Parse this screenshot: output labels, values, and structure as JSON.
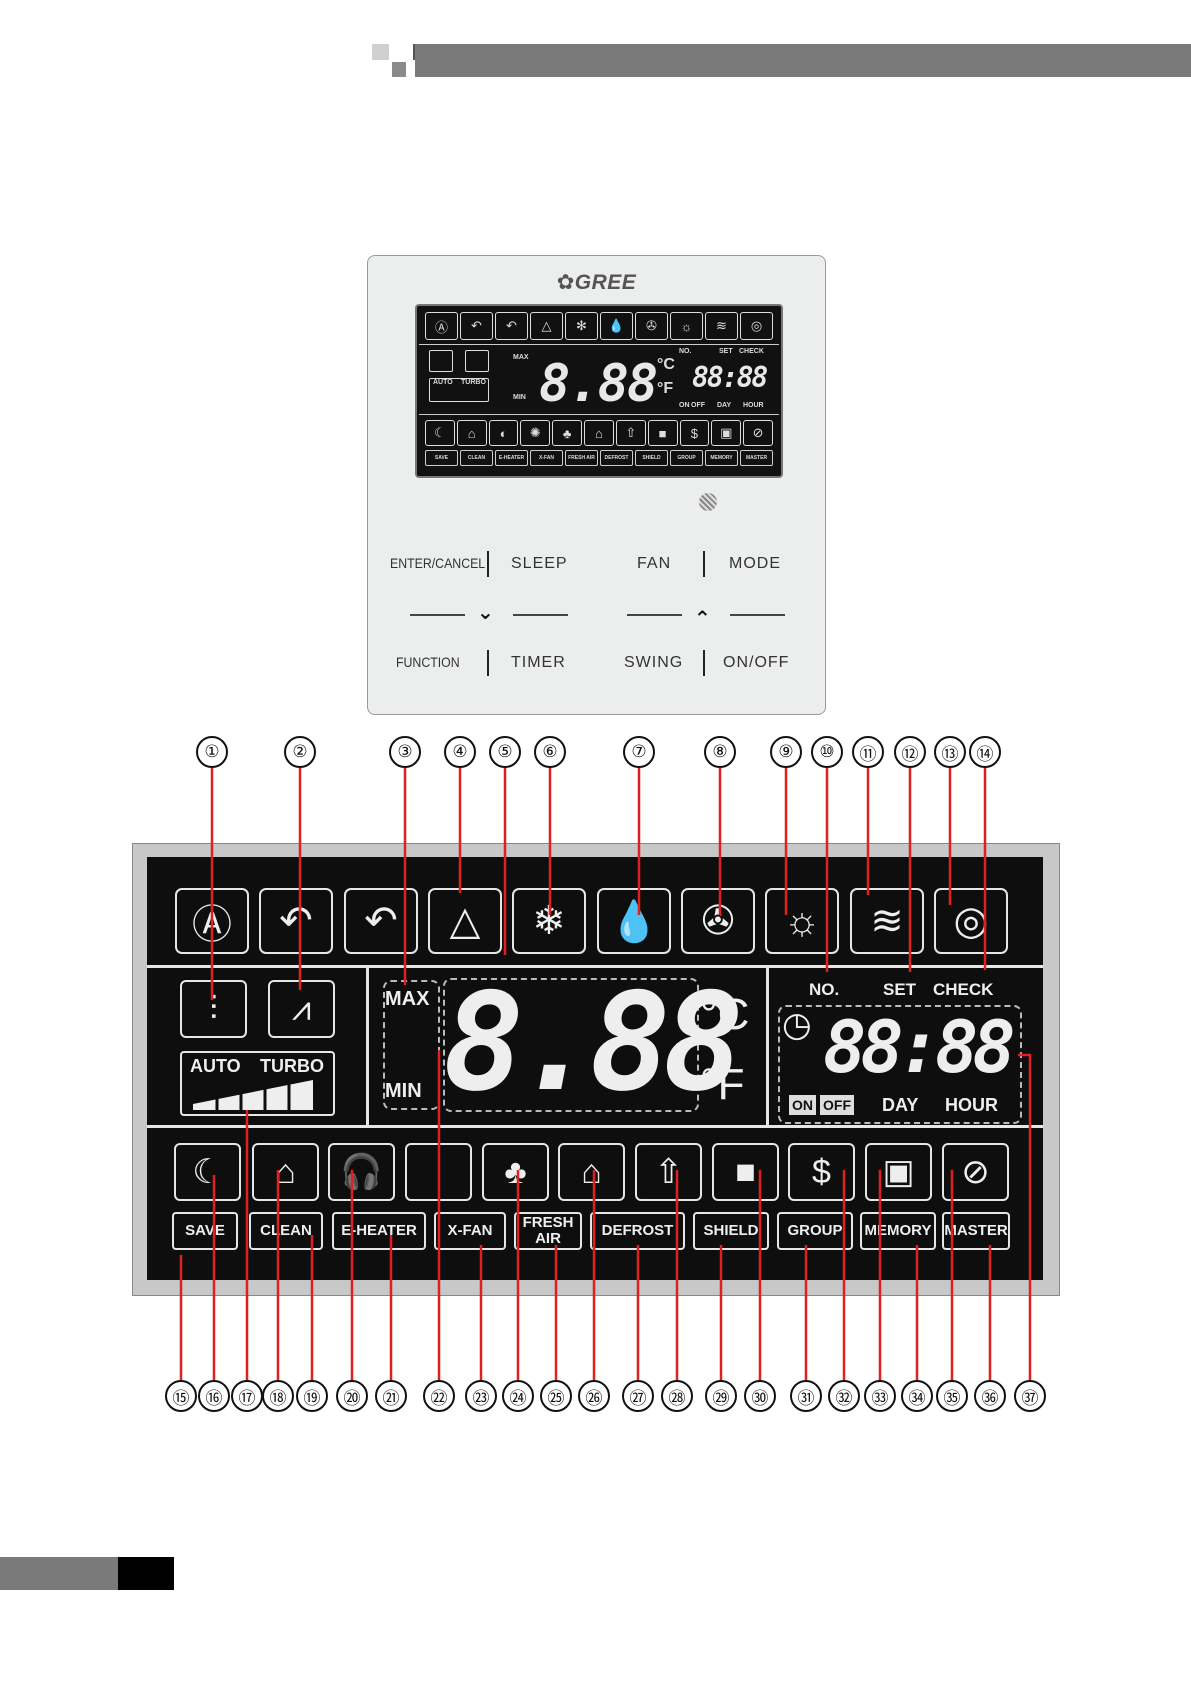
{
  "brand": "GREE",
  "buttons": {
    "enter_cancel": "ENTER/CANCEL",
    "sleep": "SLEEP",
    "fan": "FAN",
    "mode": "MODE",
    "function": "FUNCTION",
    "timer": "TIMER",
    "swing": "SWING",
    "on_off": "ON/OFF"
  },
  "mini_display": {
    "max": "MAX",
    "min": "MIN",
    "temp": "8.88",
    "celsius": "°C",
    "fahrenheit": "°F",
    "no": "NO.",
    "set": "SET",
    "check": "CHECK",
    "clock": "88:88",
    "on": "ON",
    "off": "OFF",
    "day": "DAY",
    "hour": "HOUR",
    "auto": "AUTO",
    "turbo": "TURBO",
    "labels": [
      "SAVE",
      "CLEAN",
      "E-HEATER",
      "X-FAN",
      "FRESH AIR",
      "DEFROST",
      "SHIELD",
      "GROUP",
      "MEMORY",
      "MASTER"
    ]
  },
  "display": {
    "max": "MAX",
    "min": "MIN",
    "temp": "8.88",
    "celsius": "°C",
    "fahrenheit": "°F",
    "no": "NO.",
    "set": "SET",
    "check": "CHECK",
    "clock": "88:88",
    "on": "ON",
    "off": "OFF",
    "day": "DAY",
    "hour": "HOUR",
    "auto": "AUTO",
    "turbo": "TURBO",
    "top_icons": [
      "auto-mode-icon",
      "swing-up-down-icon",
      "swing-left-right-icon",
      "recycle-icon",
      "cool-snowflake-icon",
      "dry-drops-icon",
      "fan-icon",
      "heat-sun-icon",
      "floor-heat-icon",
      "quiet-icon"
    ],
    "bottom_icons": [
      "sleep-icon",
      "home-icon",
      "at-headphones-icon",
      "blank-icon",
      "health-tree-icon",
      "house-icon",
      "ventilation-icon",
      "lock-icon",
      "save-money-icon",
      "remote-icon",
      "prohibit-icon"
    ],
    "labels": {
      "save": "SAVE",
      "clean": "CLEAN",
      "e_heater": "E-HEATER",
      "x_fan": "X-FAN",
      "fresh_air_line1": "FRESH",
      "fresh_air_line2": "AIR",
      "defrost": "DEFROST",
      "shield": "SHIELD",
      "group": "GROUP",
      "memory": "MEMORY",
      "master": "MASTER"
    }
  },
  "callouts": [
    "①",
    "②",
    "③",
    "④",
    "⑤",
    "⑥",
    "⑦",
    "⑧",
    "⑨",
    "⑩",
    "⑪",
    "⑫",
    "⑬",
    "⑭",
    "⑮",
    "⑯",
    "⑰",
    "⑱",
    "⑲",
    "⑳",
    "㉑",
    "㉒",
    "㉓",
    "㉔",
    "㉕",
    "㉖",
    "㉗",
    "㉘",
    "㉙",
    "㉚",
    "㉛",
    "㉜",
    "㉝",
    "㉞",
    "㉟",
    "㊱",
    "㊲"
  ],
  "colors": {
    "leader": "#e02020",
    "lcd_bg": "#0e0e0e",
    "header_bar": "#7a7a7a"
  }
}
